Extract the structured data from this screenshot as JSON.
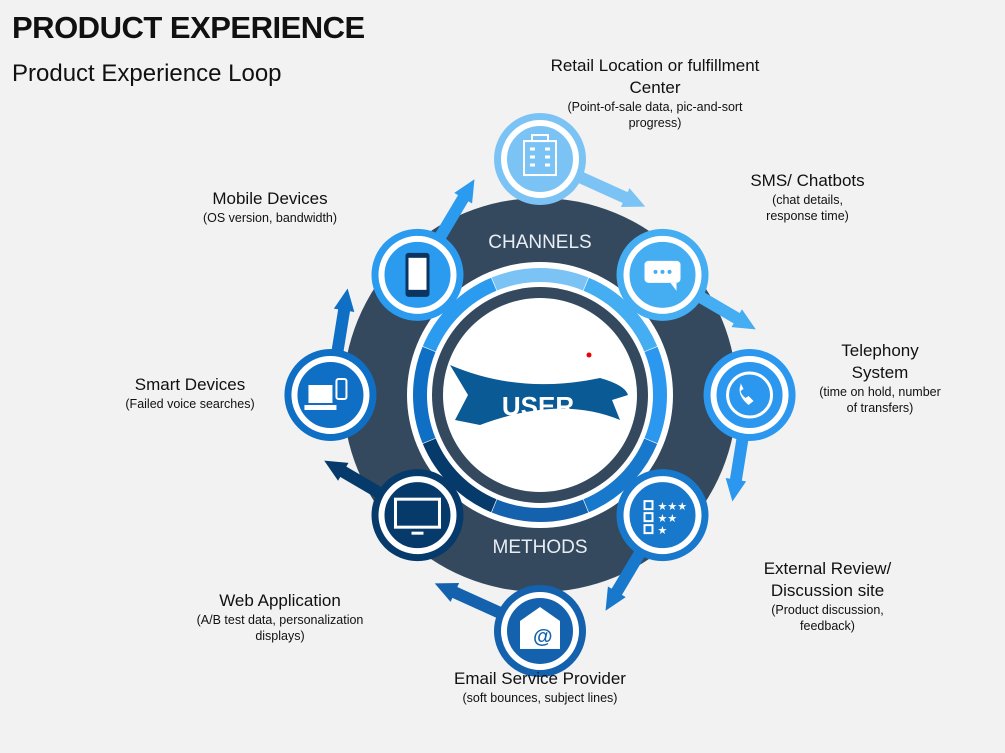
{
  "title": "PRODUCT EXPERIENCE",
  "subtitle": "Product Experience Loop",
  "center": {
    "label": "USER",
    "ring_top": "CHANNELS",
    "ring_bottom": "METHODS"
  },
  "nodes": [
    {
      "name": "Retail Location or fulfillment Center",
      "detail": "(Point-of-sale data, pic-and-sort progress)",
      "icon": "building-icon",
      "color": "#7cc3f5"
    },
    {
      "name": "SMS/ Chatbots",
      "detail": "(chat details, response time)",
      "icon": "chat-icon",
      "color": "#45adf2"
    },
    {
      "name": "Telephony System",
      "detail": "(time on hold, number of transfers)",
      "icon": "phone-icon",
      "color": "#2b97ee"
    },
    {
      "name": "External Review/ Discussion site",
      "detail": "(Product discussion, feedback)",
      "icon": "rating-icon",
      "color": "#1778cc"
    },
    {
      "name": "Email Service Provider",
      "detail": "(soft bounces, subject lines)",
      "icon": "email-icon",
      "color": "#1462ae"
    },
    {
      "name": "Web Application",
      "detail": "(A/B test data, personalization displays)",
      "icon": "monitor-icon",
      "color": "#053a6a"
    },
    {
      "name": "Smart Devices",
      "detail": "(Failed voice searches)",
      "icon": "devices-icon",
      "color": "#0f6fc4"
    },
    {
      "name": "Mobile Devices",
      "detail": "(OS version, bandwidth)",
      "icon": "mobile-icon",
      "color": "#2b9bf0"
    }
  ]
}
